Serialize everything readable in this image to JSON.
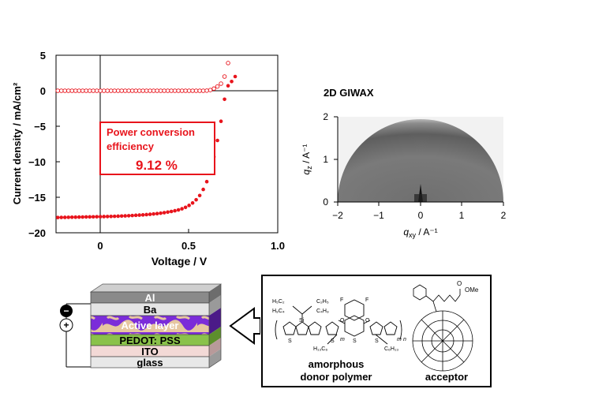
{
  "jv_plot": {
    "ylabel": "Current density / mA/cm²",
    "xlabel": "Voltage / V",
    "x_ticks": [
      "0",
      "0.5",
      "1.0"
    ],
    "y_ticks": [
      "5",
      "0",
      "−5",
      "−10",
      "−15",
      "−20"
    ],
    "annotation_line1": "Power conversion",
    "annotation_line2": "efficiency",
    "annotation_value": "9.12 %",
    "color": "#e8141c"
  },
  "giwaxs": {
    "title": "2D GIWAX",
    "xlabel_q": "q",
    "xlabel_sub": "xy",
    "xlabel_unit": " / A⁻¹",
    "ylabel_q": "q",
    "ylabel_sub": "z",
    "ylabel_unit": " / A⁻¹",
    "x_ticks": [
      "−2",
      "−1",
      "0",
      "1",
      "2"
    ],
    "y_ticks": [
      "2",
      "1",
      "0"
    ]
  },
  "device": {
    "layers": [
      "Al",
      "Ba",
      "Active layer",
      "PEDOT: PSS",
      "ITO",
      "glass"
    ],
    "minus_sign": "−",
    "plus_sign": "+"
  },
  "materials": {
    "donor_label_line1": "amorphous",
    "donor_label_line2": "donor polymer",
    "acceptor_label": "acceptor",
    "chem_labels": {
      "h5c2": "H₅C₂",
      "h9c4": "H₉C₄",
      "c2h5": "C₂H₅",
      "c4h9": "C₄H₉",
      "si": "Si",
      "f1": "F",
      "f2": "F",
      "o1": "O",
      "o2": "O",
      "s1": "S",
      "s2": "S",
      "s3": "S",
      "s4": "S",
      "h13c6": "H₁₃C₆",
      "c6h13": "C₆H₁₃",
      "m1": "m",
      "m2": "m",
      "n": "n",
      "ome": "OMe",
      "o3": "O"
    }
  },
  "chart_data": {
    "type": "scatter",
    "title": "",
    "xlabel": "Voltage / V",
    "ylabel": "Current density / mA/cm²",
    "xlim": [
      -0.25,
      1.0
    ],
    "ylim": [
      -20,
      5
    ],
    "series": [
      {
        "marker": "open circle",
        "x": [
          -0.24,
          -0.22,
          -0.2,
          -0.18,
          -0.16,
          -0.14,
          -0.12,
          -0.1,
          -0.08,
          -0.06,
          -0.04,
          -0.02,
          0.0,
          0.02,
          0.04,
          0.06,
          0.08,
          0.1,
          0.12,
          0.14,
          0.16,
          0.18,
          0.2,
          0.22,
          0.24,
          0.26,
          0.28,
          0.3,
          0.32,
          0.34,
          0.36,
          0.38,
          0.4,
          0.42,
          0.44,
          0.46,
          0.48,
          0.5,
          0.52,
          0.54,
          0.56,
          0.58,
          0.6,
          0.62,
          0.64,
          0.66,
          0.68,
          0.7,
          0.72
        ],
        "values": [
          0,
          0,
          0,
          0,
          0,
          0,
          0,
          0,
          0,
          0,
          0,
          0,
          0,
          0,
          0,
          0,
          0,
          0,
          0,
          0,
          0,
          0,
          0,
          0,
          0,
          0,
          0,
          0,
          0,
          0,
          0,
          0,
          0,
          0,
          0,
          0,
          0,
          0,
          0,
          0,
          0,
          0,
          0.02,
          0.1,
          0.3,
          0.6,
          1.0,
          2.0,
          3.9
        ]
      },
      {
        "marker": "filled circle",
        "x": [
          -0.24,
          -0.22,
          -0.2,
          -0.18,
          -0.16,
          -0.14,
          -0.12,
          -0.1,
          -0.08,
          -0.06,
          -0.04,
          -0.02,
          0.0,
          0.02,
          0.04,
          0.06,
          0.08,
          0.1,
          0.12,
          0.14,
          0.16,
          0.18,
          0.2,
          0.22,
          0.24,
          0.26,
          0.28,
          0.3,
          0.32,
          0.34,
          0.36,
          0.38,
          0.4,
          0.42,
          0.44,
          0.46,
          0.48,
          0.5,
          0.52,
          0.54,
          0.56,
          0.58,
          0.6,
          0.62,
          0.64,
          0.66,
          0.68,
          0.7,
          0.72,
          0.74,
          0.76
        ],
        "values": [
          -17.85,
          -17.84,
          -17.83,
          -17.82,
          -17.81,
          -17.8,
          -17.79,
          -17.78,
          -17.77,
          -17.76,
          -17.75,
          -17.74,
          -17.73,
          -17.72,
          -17.71,
          -17.7,
          -17.68,
          -17.66,
          -17.64,
          -17.62,
          -17.6,
          -17.57,
          -17.54,
          -17.51,
          -17.48,
          -17.44,
          -17.4,
          -17.35,
          -17.3,
          -17.24,
          -17.17,
          -17.09,
          -17.0,
          -16.9,
          -16.78,
          -16.62,
          -16.42,
          -16.15,
          -15.8,
          -15.35,
          -14.75,
          -13.9,
          -12.8,
          -11.3,
          -9.3,
          -7.0,
          -4.3,
          -1.2,
          0.7,
          1.3,
          2.0
        ]
      }
    ]
  }
}
